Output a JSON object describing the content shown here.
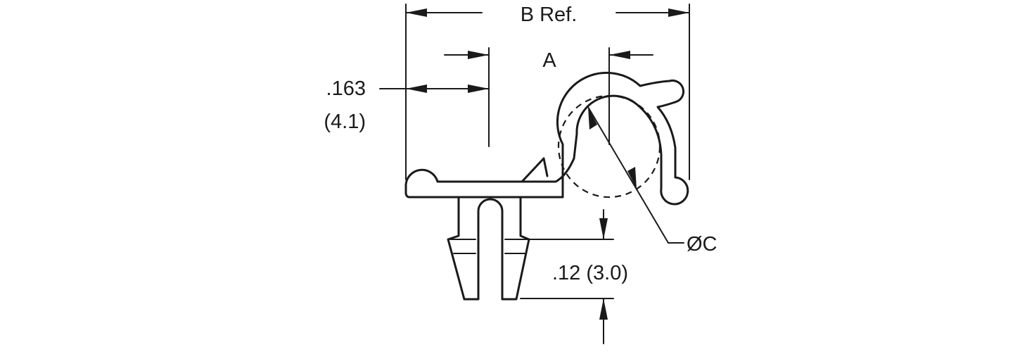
{
  "diagram": {
    "labels": {
      "b_ref": "B Ref.",
      "a": "A",
      "offset_in": ".163",
      "offset_mm": "(4.1)",
      "diameter_c": "ØC",
      "panel_thickness": ".12 (3.0)"
    },
    "colors": {
      "line": "#1a1a1a",
      "background": "#ffffff"
    }
  }
}
